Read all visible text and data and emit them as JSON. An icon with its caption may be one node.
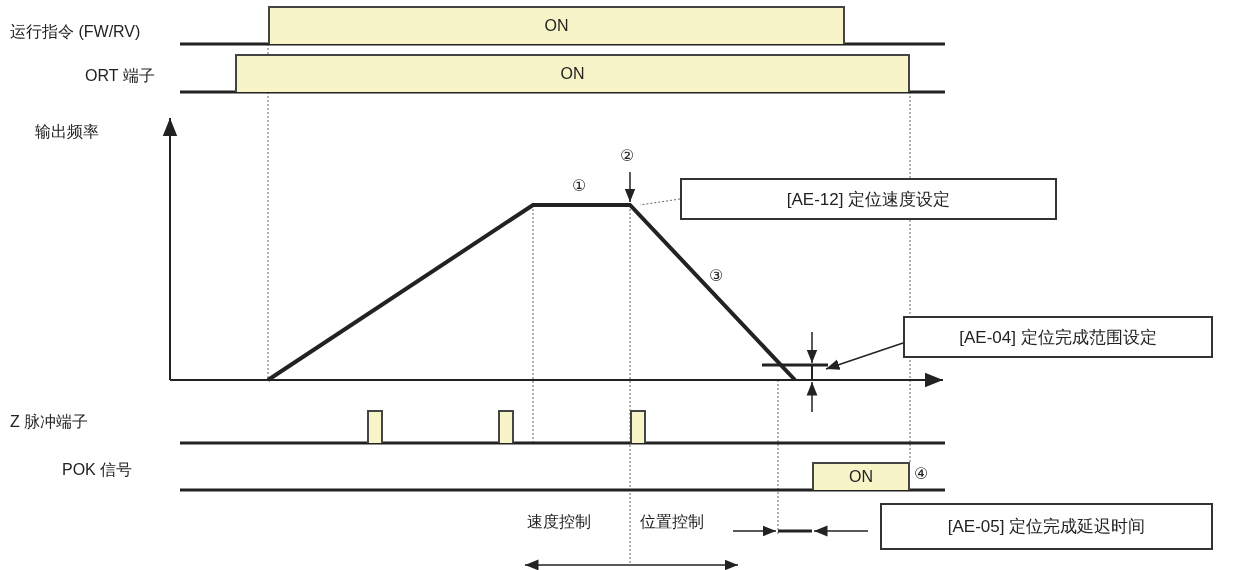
{
  "diagram": {
    "nodes": [
      {
        "text": [
          "ON"
        ]
      },
      {
        "text": [
          "ON"
        ]
      },
      {
        "text": [
          "[AE-12] 定位速度设定"
        ]
      },
      {
        "text": [
          "[AE-04] 定位完成范围设定"
        ]
      },
      {
        "text": [],
        "shape": "box"
      },
      {
        "text": [],
        "shape": "box"
      },
      {
        "text": [],
        "shape": "box"
      },
      {
        "text": [
          "ON"
        ]
      },
      {
        "text": [
          "[AE-05] 定位完成延迟时间"
        ]
      },
      {
        "text": [],
        "shape": "bar"
      },
      {
        "text": [],
        "shape": "line"
      }
    ],
    "edges": [
      {
        "from": 2,
        "to": 10,
        "arrow": "none",
        "style": "dashed"
      },
      {
        "from": 3,
        "to": 9,
        "arrow": "to"
      }
    ],
    "labels": [
      "运行指令 (FW/RV)",
      "ORT 端子",
      "输出频率",
      "②",
      "①",
      "③",
      "Z 脉冲端子",
      "POK 信号",
      "④",
      "速度控制",
      "位置控制"
    ]
  }
}
